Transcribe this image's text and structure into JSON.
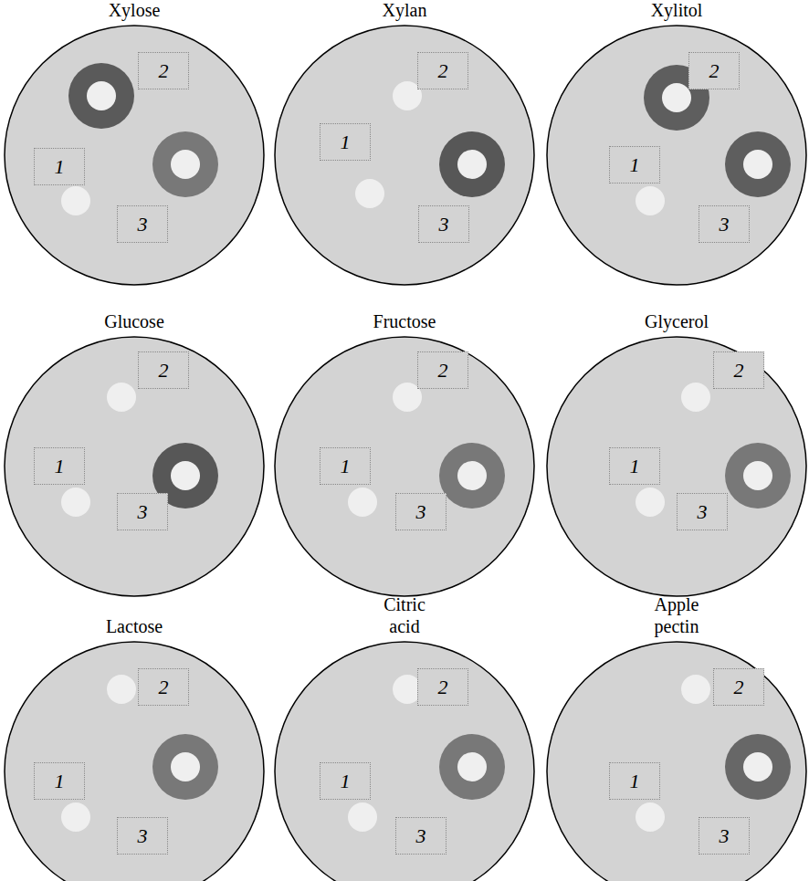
{
  "diagram": {
    "nodes": [
      {
        "text": [
          "Xylose"
        ]
      },
      {
        "text": [
          "2"
        ],
        "in": 0
      },
      {
        "text": [
          "1"
        ],
        "in": 0
      },
      {
        "text": [
          "3"
        ],
        "in": 0
      },
      {
        "text": [
          "Xylan"
        ]
      },
      {
        "text": [
          "2"
        ],
        "in": 4
      },
      {
        "text": [
          "1"
        ],
        "in": 4
      },
      {
        "text": [
          "3"
        ],
        "in": 4
      },
      {
        "text": [
          "Xylitol"
        ]
      },
      {
        "text": [
          "2"
        ],
        "in": 8
      },
      {
        "text": [
          "1"
        ],
        "in": 8
      },
      {
        "text": [
          "3"
        ],
        "in": 8
      },
      {
        "text": [
          "Glucose"
        ]
      },
      {
        "text": [
          "2"
        ],
        "in": 12
      },
      {
        "text": [
          "1"
        ],
        "in": 12
      },
      {
        "text": [
          "3"
        ],
        "in": 12
      },
      {
        "text": [
          "Fructose"
        ]
      },
      {
        "text": [
          "2"
        ],
        "in": 16
      },
      {
        "text": [
          "1"
        ],
        "in": 16
      },
      {
        "text": [
          "3"
        ],
        "in": 16
      },
      {
        "text": [
          "Glycerol"
        ]
      },
      {
        "text": [
          "2"
        ],
        "in": 20
      },
      {
        "text": [
          "1"
        ],
        "in": 20
      },
      {
        "text": [
          "3"
        ],
        "in": 20
      },
      {
        "text": [
          "Lactose"
        ]
      },
      {
        "text": [
          "2"
        ],
        "in": 24
      },
      {
        "text": [
          "1"
        ],
        "in": 24
      },
      {
        "text": [
          "3"
        ],
        "in": 24
      },
      {
        "text": [
          "Citric acid"
        ]
      },
      {
        "text": [
          "2"
        ],
        "in": 28
      },
      {
        "text": [
          "1"
        ],
        "in": 28
      },
      {
        "text": [
          "3"
        ],
        "in": 28
      },
      {
        "text": [
          "Apple pectin"
        ]
      },
      {
        "text": [
          "2"
        ],
        "in": 32
      },
      {
        "text": [
          "1"
        ],
        "in": 32
      },
      {
        "text": [
          "3"
        ],
        "in": 32
      }
    ]
  }
}
